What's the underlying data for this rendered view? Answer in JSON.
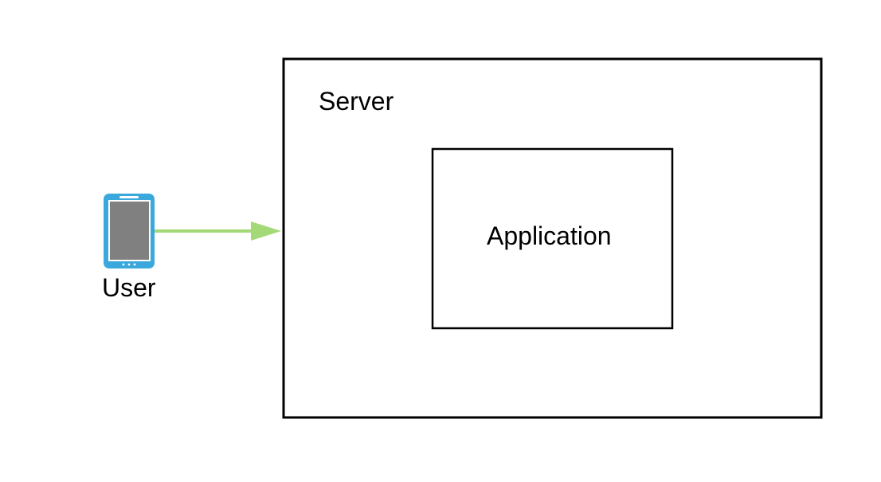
{
  "nodes": {
    "user": {
      "label": "User",
      "icon": "smartphone-icon",
      "icon_color": "#3aa8dc",
      "screen_color": "#808080"
    },
    "server": {
      "label": "Server"
    },
    "application": {
      "label": "Application"
    }
  },
  "edges": [
    {
      "from": "User",
      "to": "Server",
      "color": "#a3d977"
    }
  ],
  "colors": {
    "border": "#000000",
    "background": "#ffffff"
  }
}
